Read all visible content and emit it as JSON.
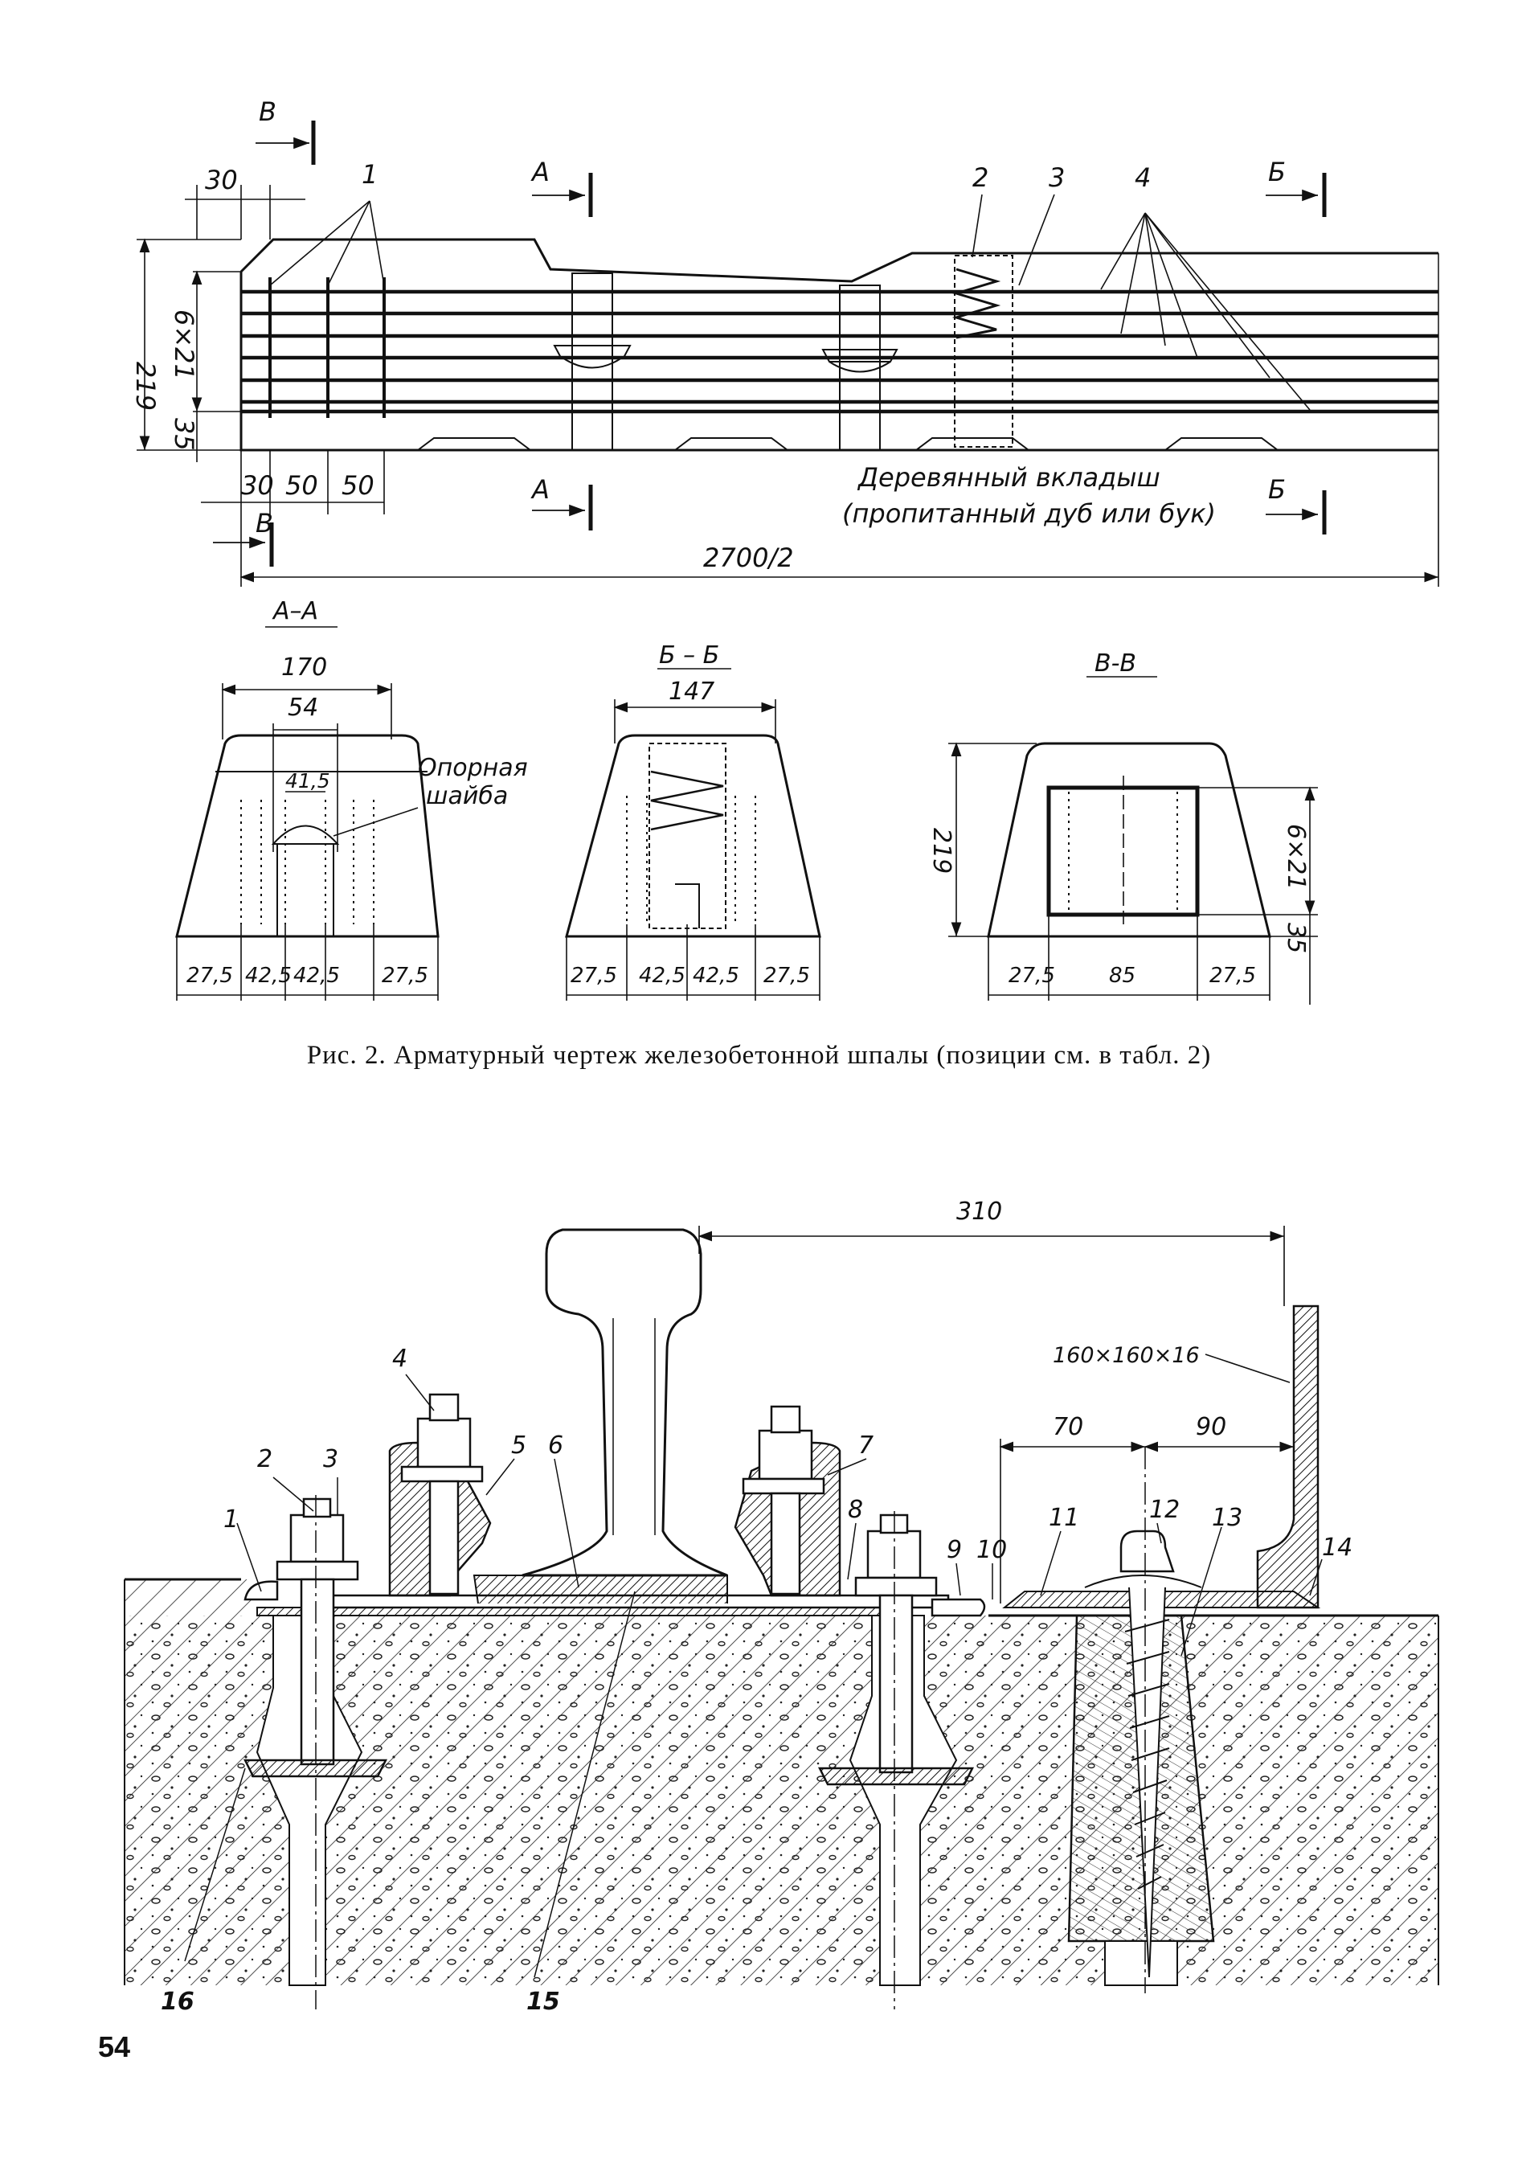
{
  "fig2": {
    "caption": "Рис. 2. Арматурный чертеж железобетонной шпалы (позиции см. в табл. 2)",
    "plan": {
      "section_marks": [
        "В",
        "А",
        "Б",
        "А",
        "Б",
        "В"
      ],
      "pos_labels": [
        "1",
        "2",
        "3",
        "4"
      ],
      "dim_30_top": "30",
      "dim_219": "219",
      "dim_6x21": "6×21",
      "dim_35": "35",
      "dim_bottom": [
        "30",
        "50",
        "50"
      ],
      "dim_length": "2700/2",
      "insert_line1": "Деревянный вкладыш",
      "insert_line2": "(пропитанный дуб или бук)"
    },
    "section_aa": {
      "title": "А–А",
      "dim_top": "170",
      "dim_54": "54",
      "dim_415": "41,5",
      "label1": "Опорная",
      "label2": "шайба",
      "dims_bottom": [
        "27,5",
        "42,5",
        "42,5",
        "27,5"
      ]
    },
    "section_bb": {
      "title": "Б – Б",
      "dim_top": "147",
      "dims_bottom": [
        "27,5",
        "42,5",
        "42,5",
        "27,5"
      ]
    },
    "section_vv": {
      "title": "В-В",
      "dim_219": "219",
      "dim_6x21": "6×21",
      "dim_35": "35",
      "dims_bottom": [
        "27,5",
        "85",
        "27,5"
      ]
    }
  },
  "fig3": {
    "dim_310": "310",
    "angle_label": "160×160×16",
    "dim_70": "70",
    "dim_90": "90",
    "pos_labels": [
      "1",
      "2",
      "3",
      "4",
      "5",
      "6",
      "7",
      "8",
      "9",
      "10",
      "11",
      "12",
      "13",
      "14",
      "15",
      "16"
    ]
  },
  "page_number": "54"
}
